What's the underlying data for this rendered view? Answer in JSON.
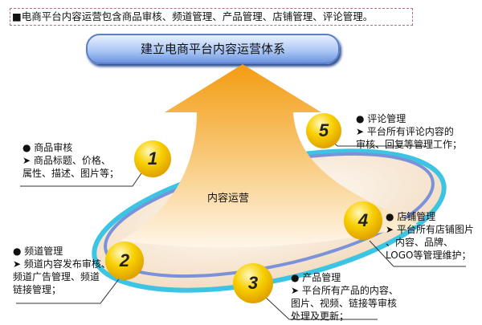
{
  "banner": "■电商平台内容运营包含商品审核、频道管理、产品管理、店铺管理、评论管理。",
  "title": "建立电商平台内容运营体系",
  "center": "内容运营",
  "colors": {
    "arrow": "#f7a828",
    "ring_outer": "#3cc4e4",
    "ring_inner": "#7a92d8",
    "ball": "#f5c400",
    "title": "#a8c4f4"
  },
  "items": [
    {
      "num": "1",
      "head": "● 商品审核",
      "lines": [
        "➤ 商品标题、价格、",
        "属性、描述、图片等；"
      ]
    },
    {
      "num": "2",
      "head": "● 频道管理",
      "lines": [
        "➤ 频道内容发布审核、",
        "频道广告管理、频道",
        "链接管理；"
      ]
    },
    {
      "num": "3",
      "head": "● 产品管理",
      "lines": [
        "➤ 平台所有产品的内容、",
        "图片、视频、链接等审核",
        "处理及更新；"
      ]
    },
    {
      "num": "4",
      "head": "● 店铺管理",
      "lines": [
        "➤ 平台所有店铺图片",
        "、内容、品牌、",
        "LOGO等管理维护；"
      ]
    },
    {
      "num": "5",
      "head": "● 评论管理",
      "lines": [
        "➤ 平台所有评论内容的",
        "审核、回复等管理工作；"
      ]
    }
  ]
}
